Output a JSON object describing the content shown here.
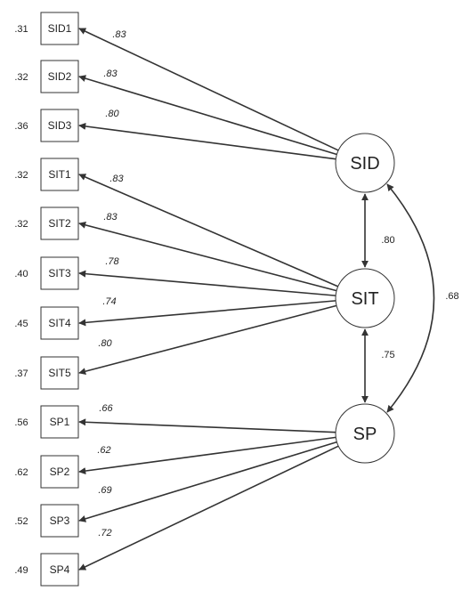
{
  "indicators": [
    {
      "id": "SID1",
      "label": "SID1",
      "error": ".31",
      "loading": ".83",
      "latent": "SID"
    },
    {
      "id": "SID2",
      "label": "SID2",
      "error": ".32",
      "loading": ".83",
      "latent": "SID"
    },
    {
      "id": "SID3",
      "label": "SID3",
      "error": ".36",
      "loading": ".80",
      "latent": "SID"
    },
    {
      "id": "SIT1",
      "label": "SIT1",
      "error": ".32",
      "loading": ".83",
      "latent": "SIT"
    },
    {
      "id": "SIT2",
      "label": "SIT2",
      "error": ".32",
      "loading": ".83",
      "latent": "SIT"
    },
    {
      "id": "SIT3",
      "label": "SIT3",
      "error": ".40",
      "loading": ".78",
      "latent": "SIT"
    },
    {
      "id": "SIT4",
      "label": "SIT4",
      "error": ".45",
      "loading": ".74",
      "latent": "SIT"
    },
    {
      "id": "SIT5",
      "label": "SIT5",
      "error": ".37",
      "loading": ".80",
      "latent": "SIT"
    },
    {
      "id": "SP1",
      "label": "SP1",
      "error": ".56",
      "loading": ".66",
      "latent": "SP"
    },
    {
      "id": "SP2",
      "label": "SP2",
      "error": ".62",
      "loading": ".62",
      "latent": "SP"
    },
    {
      "id": "SP3",
      "label": "SP3",
      "error": ".52",
      "loading": ".69",
      "latent": "SP"
    },
    {
      "id": "SP4",
      "label": "SP4",
      "error": ".49",
      "loading": ".72",
      "latent": "SP"
    }
  ],
  "latents": [
    {
      "id": "SID",
      "label": "SID"
    },
    {
      "id": "SIT",
      "label": "SIT"
    },
    {
      "id": "SP",
      "label": "SP"
    }
  ],
  "correlations": [
    {
      "from": "SID",
      "to": "SIT",
      "value": ".80"
    },
    {
      "from": "SIT",
      "to": "SP",
      "value": ".75"
    },
    {
      "from": "SID",
      "to": "SP",
      "value": ".68"
    }
  ]
}
